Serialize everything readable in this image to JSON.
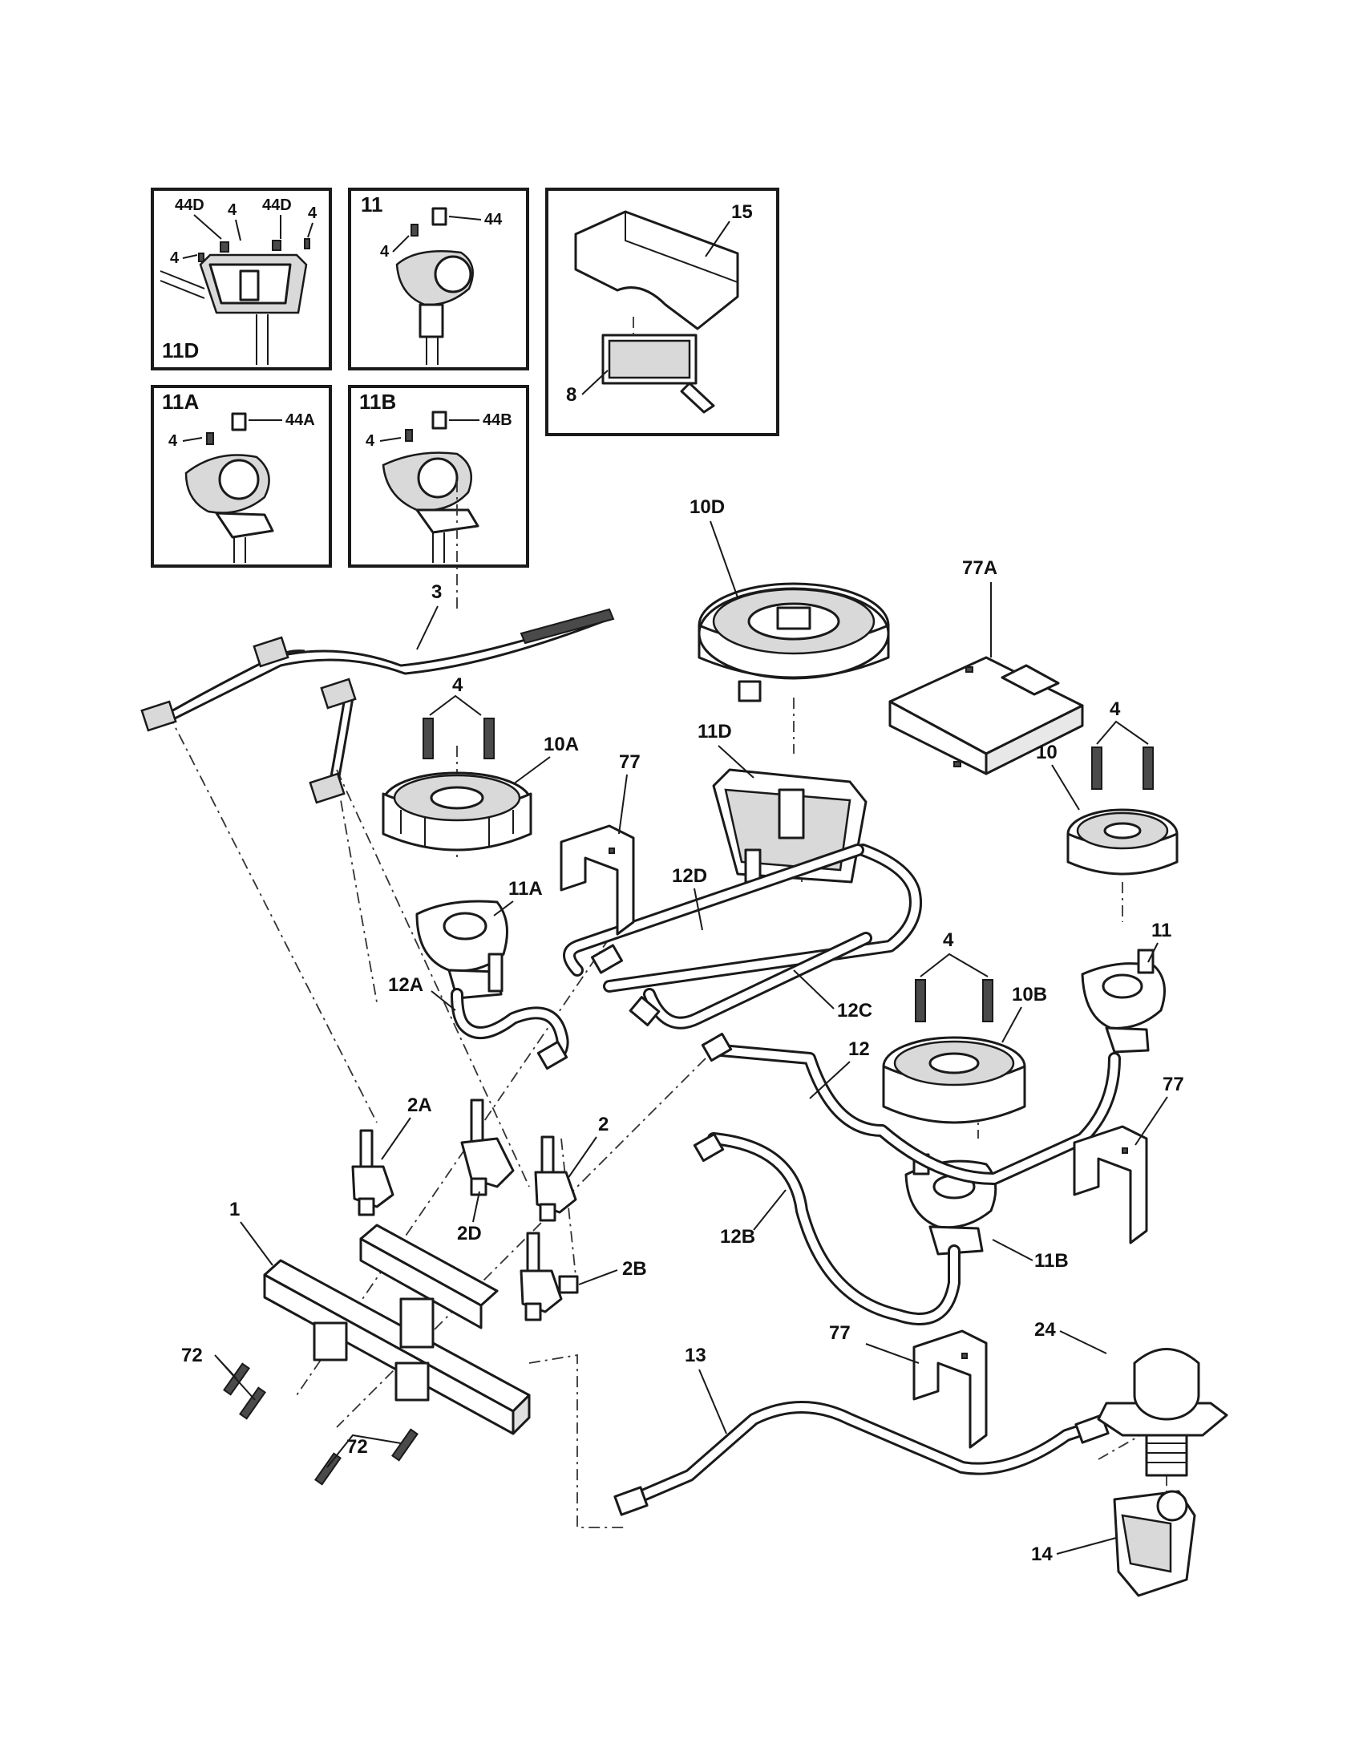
{
  "insets": {
    "inset_11D": {
      "tag": "11D",
      "labels": [
        "44D",
        "4",
        "44D",
        "4",
        "4"
      ]
    },
    "inset_11": {
      "tag": "11",
      "labels": [
        "4",
        "44"
      ]
    },
    "inset_15": {
      "labels": [
        "15",
        "8"
      ]
    },
    "inset_11A": {
      "tag": "11A",
      "labels": [
        "4",
        "44A"
      ]
    },
    "inset_11B": {
      "tag": "11B",
      "labels": [
        "4",
        "44B"
      ]
    }
  },
  "callouts": {
    "c3": "3",
    "c4_a": "4",
    "c10A": "10A",
    "c77_a": "77",
    "c11A": "11A",
    "c12A": "12A",
    "c10D": "10D",
    "c11D": "11D",
    "c12D": "12D",
    "c12C": "12C",
    "c77A": "77A",
    "c4_b": "4",
    "c10": "10",
    "c11": "11",
    "c4_c": "4",
    "c10B": "10B",
    "c12": "12",
    "c77_b": "77",
    "c2A": "2A",
    "c2": "2",
    "c2D": "2D",
    "c2B": "2B",
    "c1": "1",
    "c12B": "12B",
    "c11B": "11B",
    "c72_a": "72",
    "c72_b": "72",
    "c13": "13",
    "c77_c": "77",
    "c24": "24",
    "c14": "14"
  }
}
